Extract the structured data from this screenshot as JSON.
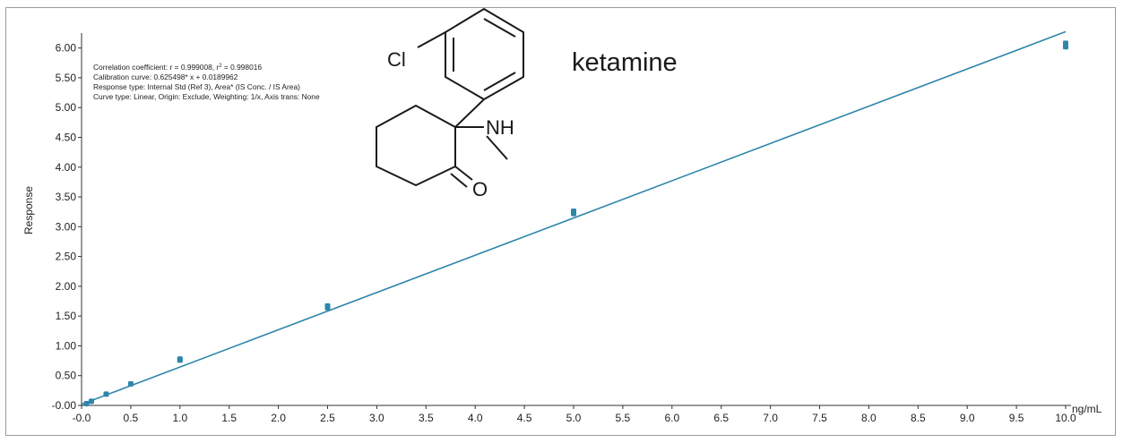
{
  "chart_data": {
    "type": "scatter",
    "title": "ketamine",
    "ylabel": "Response",
    "x_unit": "ng/mL",
    "xlim": [
      0.0,
      10.0
    ],
    "ylim": [
      0.0,
      6.25
    ],
    "x_ticks": [
      "-0.0",
      "0.5",
      "1.0",
      "1.5",
      "2.0",
      "2.5",
      "3.0",
      "3.5",
      "4.0",
      "4.5",
      "5.0",
      "5.5",
      "6.0",
      "6.5",
      "7.0",
      "7.5",
      "8.0",
      "8.5",
      "9.0",
      "9.5",
      "10.0"
    ],
    "y_ticks": [
      "-0.00",
      "0.50",
      "1.00",
      "1.50",
      "2.00",
      "2.50",
      "3.00",
      "3.50",
      "4.00",
      "4.50",
      "5.00",
      "5.50",
      "6.00"
    ],
    "series": [
      {
        "points": [
          {
            "x": 0.05,
            "y": 0.03
          },
          {
            "x": 0.1,
            "y": 0.07
          },
          {
            "x": 0.25,
            "y": 0.19
          },
          {
            "x": 0.5,
            "y": 0.36
          },
          {
            "x": 1.0,
            "y": 0.78
          },
          {
            "x": 1.0,
            "y": 0.76
          },
          {
            "x": 2.5,
            "y": 1.67
          },
          {
            "x": 2.5,
            "y": 1.64
          },
          {
            "x": 5.0,
            "y": 3.26
          },
          {
            "x": 5.0,
            "y": 3.22
          },
          {
            "x": 10.0,
            "y": 6.08
          },
          {
            "x": 10.0,
            "y": 6.02
          }
        ]
      }
    ],
    "fit_line": {
      "slope": 0.625498,
      "intercept": 0.0189962
    },
    "annotations": [
      "Correlation coefficient: r = 0.999008, r",
      "2",
      " = 0.998016",
      "Calibration curve: 0.625498* x + 0.0189962",
      "Response type: Internal Std (Ref 3), Area* (IS Conc. / IS Area)",
      "Curve type: Linear, Origin: Exclude, Weighting: 1/x, Axis trans: None"
    ],
    "structure_labels": {
      "chlorine": "Cl",
      "amine": "NH",
      "oxygen": "O"
    },
    "grid": false,
    "colors": {
      "series": "#2e86ab",
      "fit": "#2e86ab",
      "axis": "#333333"
    }
  }
}
